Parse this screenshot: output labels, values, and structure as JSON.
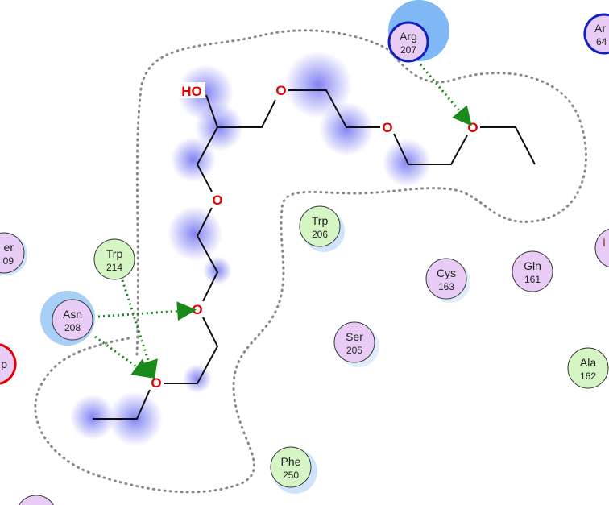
{
  "ligand": {
    "hydroxyl_label": "HO",
    "oxygen_label": "O"
  },
  "residues": [
    {
      "name": "Arg",
      "number": "207",
      "type": "charged-positive"
    },
    {
      "name": "Ar",
      "number": "64",
      "type": "charged-positive"
    },
    {
      "name": "er",
      "number": "09",
      "type": "polar"
    },
    {
      "name": "p",
      "number": "",
      "type": "charged-negative"
    },
    {
      "name": "Trp",
      "number": "214",
      "type": "hydrophobic"
    },
    {
      "name": "Asn",
      "number": "208",
      "type": "polar"
    },
    {
      "name": "Trp",
      "number": "206",
      "type": "hydrophobic"
    },
    {
      "name": "Cys",
      "number": "163",
      "type": "polar"
    },
    {
      "name": "Gln",
      "number": "161",
      "type": "polar"
    },
    {
      "name": "Ser",
      "number": "205",
      "type": "polar"
    },
    {
      "name": "Ala",
      "number": "162",
      "type": "hydrophobic"
    },
    {
      "name": "Phe",
      "number": "250",
      "type": "hydrophobic"
    },
    {
      "name": "I",
      "number": "",
      "type": "polar"
    }
  ],
  "colors": {
    "polar": "#e8ccf5",
    "hydrophobic": "#d6f5c4",
    "halo": "#7fb8f5",
    "hbond": "#1a8a1a",
    "positive_border": "#1020c0",
    "negative_border": "#e00000",
    "pocket_outline": "#888888"
  }
}
